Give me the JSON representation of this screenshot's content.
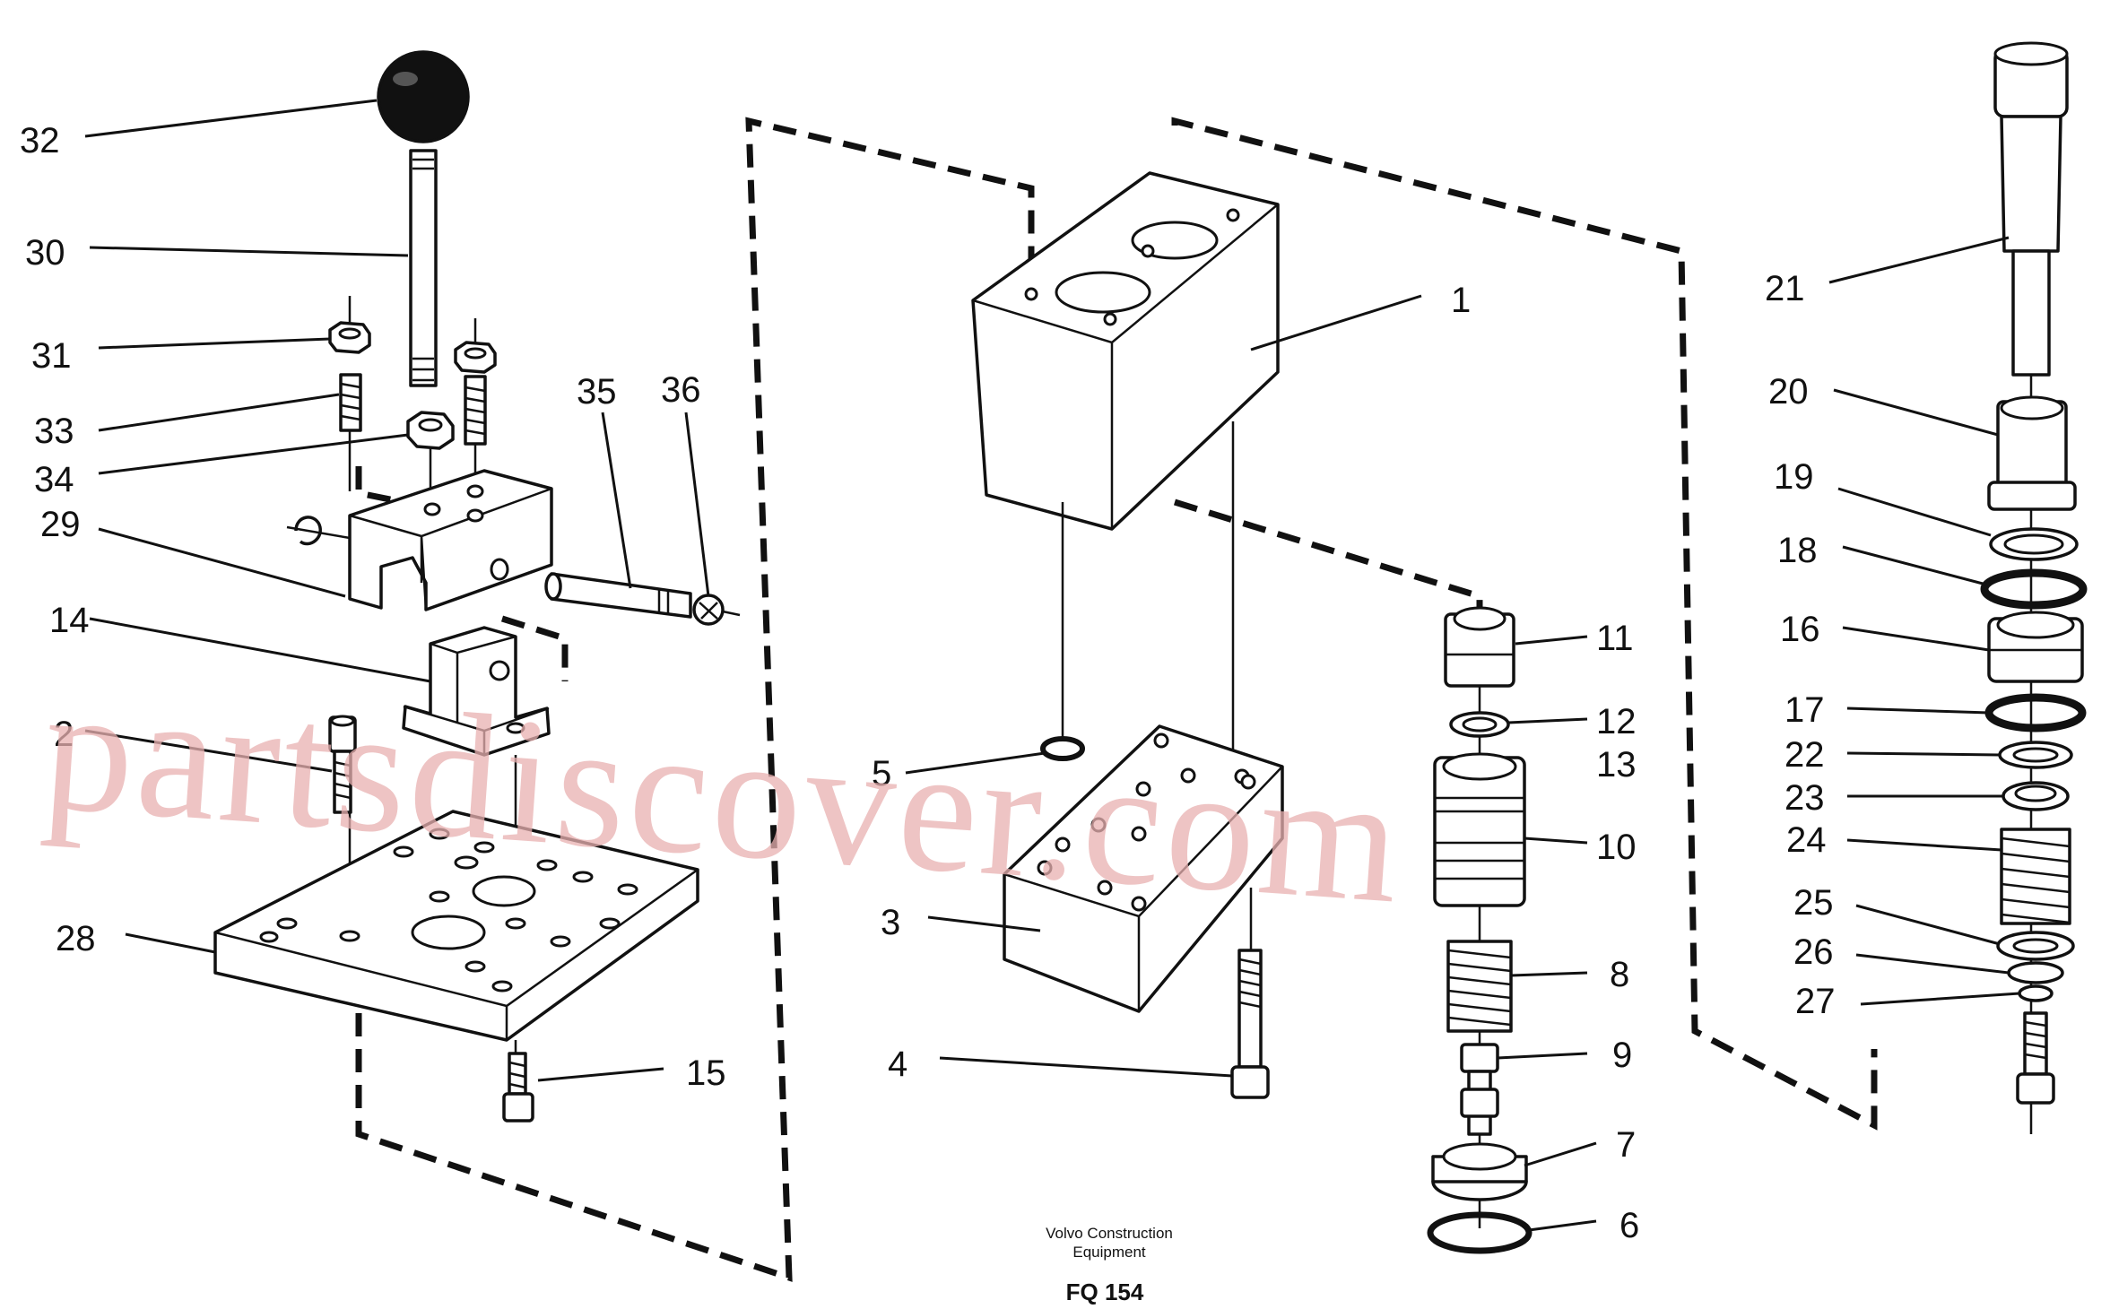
{
  "caption": {
    "line1": "Volvo Construction",
    "line2": "Equipment",
    "figure": "FQ 154"
  },
  "watermark": "partsdiscover.com",
  "callouts": {
    "c1": "1",
    "c2": "2",
    "c3": "3",
    "c4": "4",
    "c5": "5",
    "c6": "6",
    "c7": "7",
    "c8": "8",
    "c9": "9",
    "c10": "10",
    "c11": "11",
    "c12": "12",
    "c13": "13",
    "c14": "14",
    "c15": "15",
    "c16": "16",
    "c17": "17",
    "c18": "18",
    "c19": "19",
    "c20": "20",
    "c21": "21",
    "c22": "22",
    "c23": "23",
    "c24": "24",
    "c25": "25",
    "c26": "26",
    "c27": "27",
    "c28": "28",
    "c29": "29",
    "c30": "30",
    "c31": "31",
    "c32": "32",
    "c33": "33",
    "c34": "34",
    "c35": "35",
    "c36": "36"
  }
}
